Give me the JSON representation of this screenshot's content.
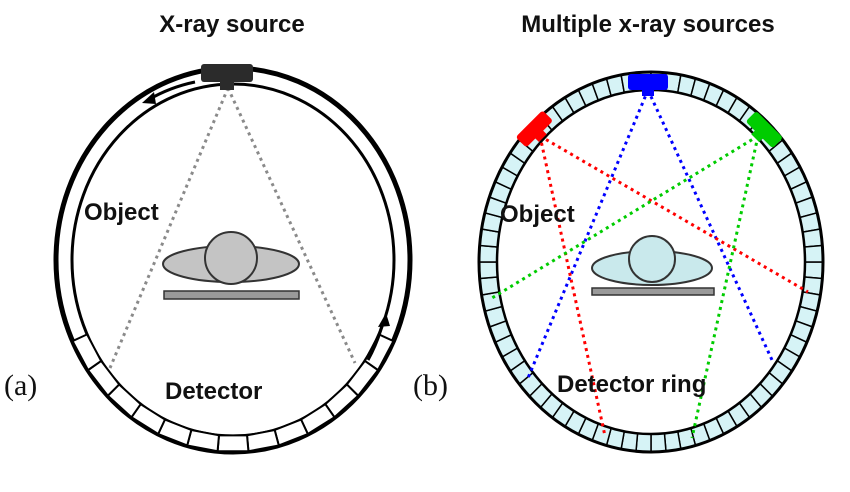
{
  "panel_a": {
    "title": "X-ray source",
    "object_label": "Object",
    "detector_label": "Detector",
    "panel_label": "(a)"
  },
  "panel_b": {
    "title": "Multiple x-ray sources",
    "object_label": "Object",
    "detector_label": "Detector ring",
    "panel_label": "(b)"
  },
  "colors": {
    "ring": "#000000",
    "detector_fill": "#ffffff",
    "detector_ring_fill": "#d6f3f6",
    "object_fill": "#c4c4c4",
    "object_fill_b": "#c9e9ec",
    "source_a": "#2b2b2b",
    "source_b1": "#0000ff",
    "source_b2": "#ff0000",
    "source_b3": "#00cc00",
    "beam_a": "#8a8a8a"
  }
}
